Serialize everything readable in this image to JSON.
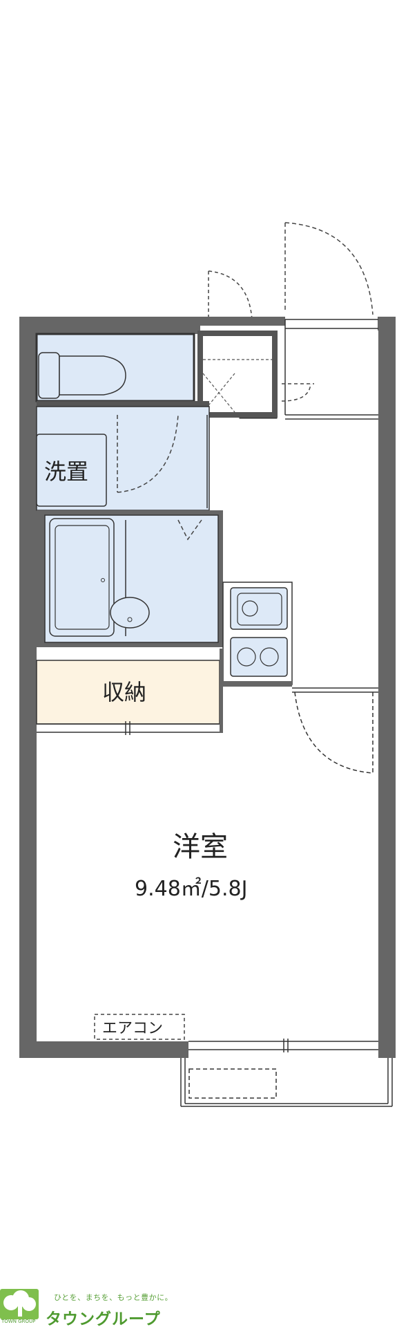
{
  "floor_plan": {
    "main_room": {
      "name": "洋室",
      "area": "9.48㎡/5.8J"
    },
    "laundry": {
      "label": "洗置"
    },
    "storage": {
      "label": "収納"
    },
    "aircon": {
      "label": "エアコン"
    }
  },
  "footer": {
    "tagline": "ひとを、まちを、もっと豊かに。",
    "brand": "タウングループ",
    "group_text": "TOWN GROUP"
  },
  "colors": {
    "wall": "#666666",
    "wet_area": "#dde9f7",
    "storage_fill": "#fdf3e1",
    "outline": "#333333",
    "brand_green": "#4e9a2f"
  }
}
